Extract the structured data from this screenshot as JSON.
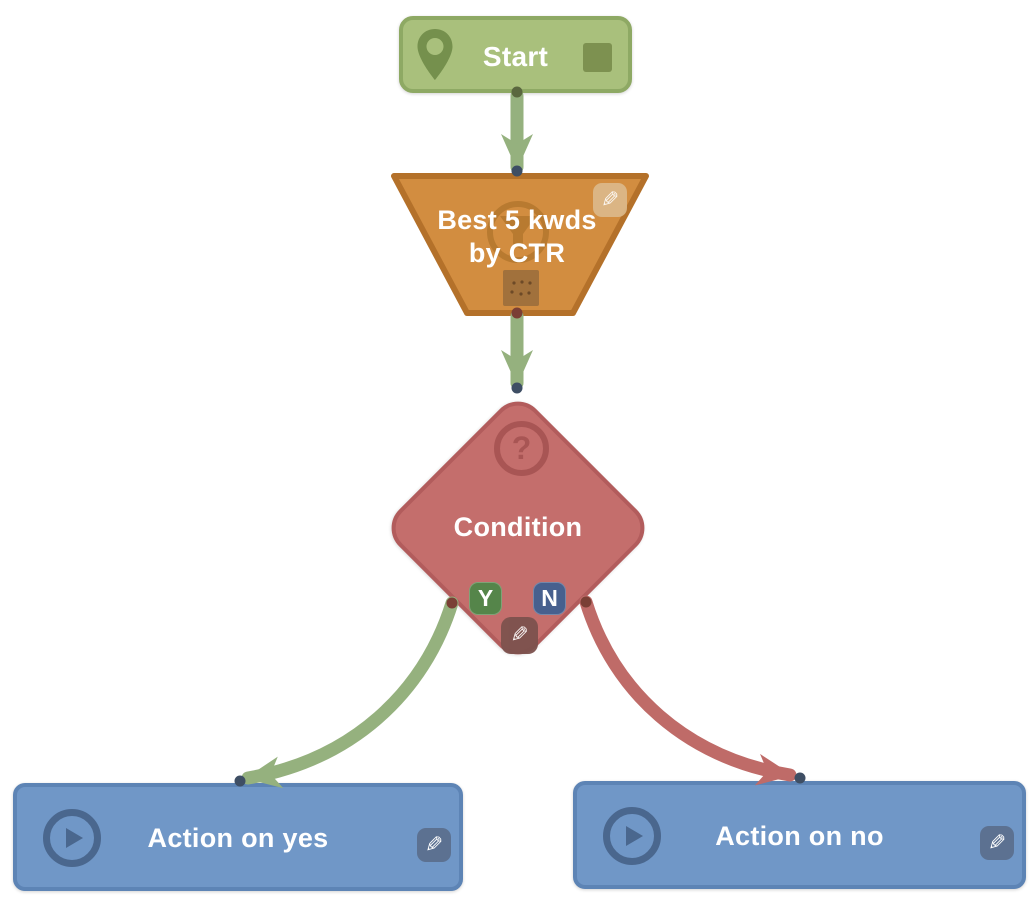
{
  "nodes": {
    "start": {
      "label": "Start"
    },
    "filter": {
      "label_line1": "Best 5 kwds",
      "label_line2": "by CTR"
    },
    "condition": {
      "label": "Condition",
      "yes_label": "Y",
      "no_label": "N"
    },
    "action_yes": {
      "label": "Action on yes"
    },
    "action_no": {
      "label": "Action on no"
    }
  },
  "icons": {
    "pencil": "✎",
    "question": "?"
  },
  "edges": [
    {
      "from": "start",
      "to": "filter",
      "color": "green"
    },
    {
      "from": "filter",
      "to": "condition",
      "color": "green"
    },
    {
      "from": "condition",
      "to": "action_yes",
      "color": "green",
      "branch": "Y"
    },
    {
      "from": "condition",
      "to": "action_no",
      "color": "red",
      "branch": "N"
    }
  ],
  "colors": {
    "canvas_bg": "#ffffff",
    "start_fill": "#a9c07c",
    "start_border": "#8ea964",
    "start_icon": "#75904d",
    "start_square": "#7d9150",
    "filter_fill": "#d28d40",
    "filter_border": "#b4712a",
    "filter_icon": "#a36b24",
    "filter_square": "#a1713c",
    "filter_pencil_bg": "#dcb98a",
    "condition_fill": "#c46e6c",
    "condition_border": "#b25c5c",
    "condition_icon": "#a45150",
    "yes_badge_bg": "#55854a",
    "no_badge_bg": "#47608e",
    "condition_pencil_bg": "#7d524e",
    "action_fill": "#7097c7",
    "action_border": "#5d84b5",
    "action_icon": "#4a678e",
    "action_pencil_bg": "#5c7191",
    "edge_green": "#95b17e",
    "edge_red": "#bf6b68",
    "dot_in": "#3e4e64",
    "dot_out_red": "#7a3f35",
    "dot_out_green": "#5a673f"
  }
}
